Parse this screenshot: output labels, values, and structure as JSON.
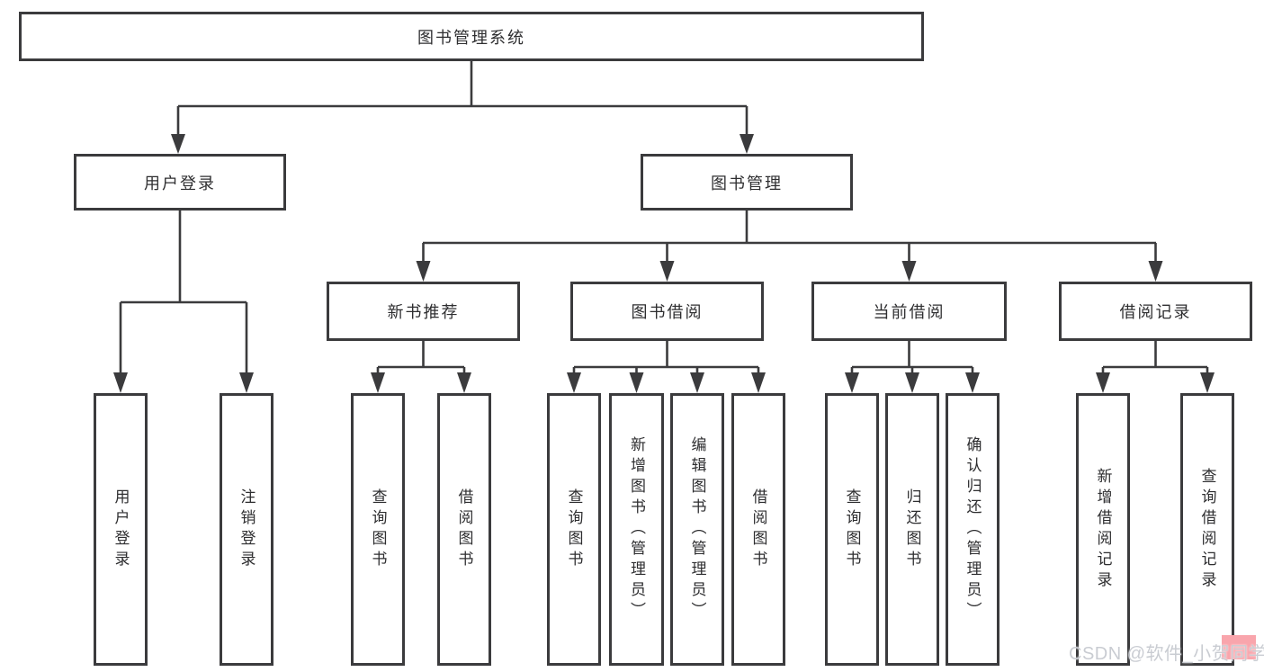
{
  "title": "图书管理系统",
  "tree": {
    "root": {
      "label": "图书管理系统"
    },
    "branches": [
      {
        "label": "用户登录",
        "children": [
          {
            "label": "用户登录"
          },
          {
            "label": "注销登录"
          }
        ]
      },
      {
        "label": "图书管理",
        "children": [
          {
            "label": "新书推荐",
            "children": [
              {
                "label": "查询图书"
              },
              {
                "label": "借阅图书"
              }
            ]
          },
          {
            "label": "图书借阅",
            "children": [
              {
                "label": "查询图书"
              },
              {
                "label": "新增图书（管理员）"
              },
              {
                "label": "编辑图书（管理员）"
              },
              {
                "label": "借阅图书"
              }
            ]
          },
          {
            "label": "当前借阅",
            "children": [
              {
                "label": "查询图书"
              },
              {
                "label": "归还图书"
              },
              {
                "label": "确认归还（管理员）"
              }
            ]
          },
          {
            "label": "借阅记录",
            "children": [
              {
                "label": "新增借阅记录"
              },
              {
                "label": "查询借阅记录"
              }
            ]
          }
        ]
      }
    ]
  },
  "watermark": {
    "text": "CSDN @软件_小贺同学"
  },
  "colors": {
    "line": "#3b3b3d",
    "text": "#2e2e30",
    "background": "#ffffff",
    "watermark_text": "#c9ccd2",
    "watermark_accent": "#f9a5ac"
  }
}
